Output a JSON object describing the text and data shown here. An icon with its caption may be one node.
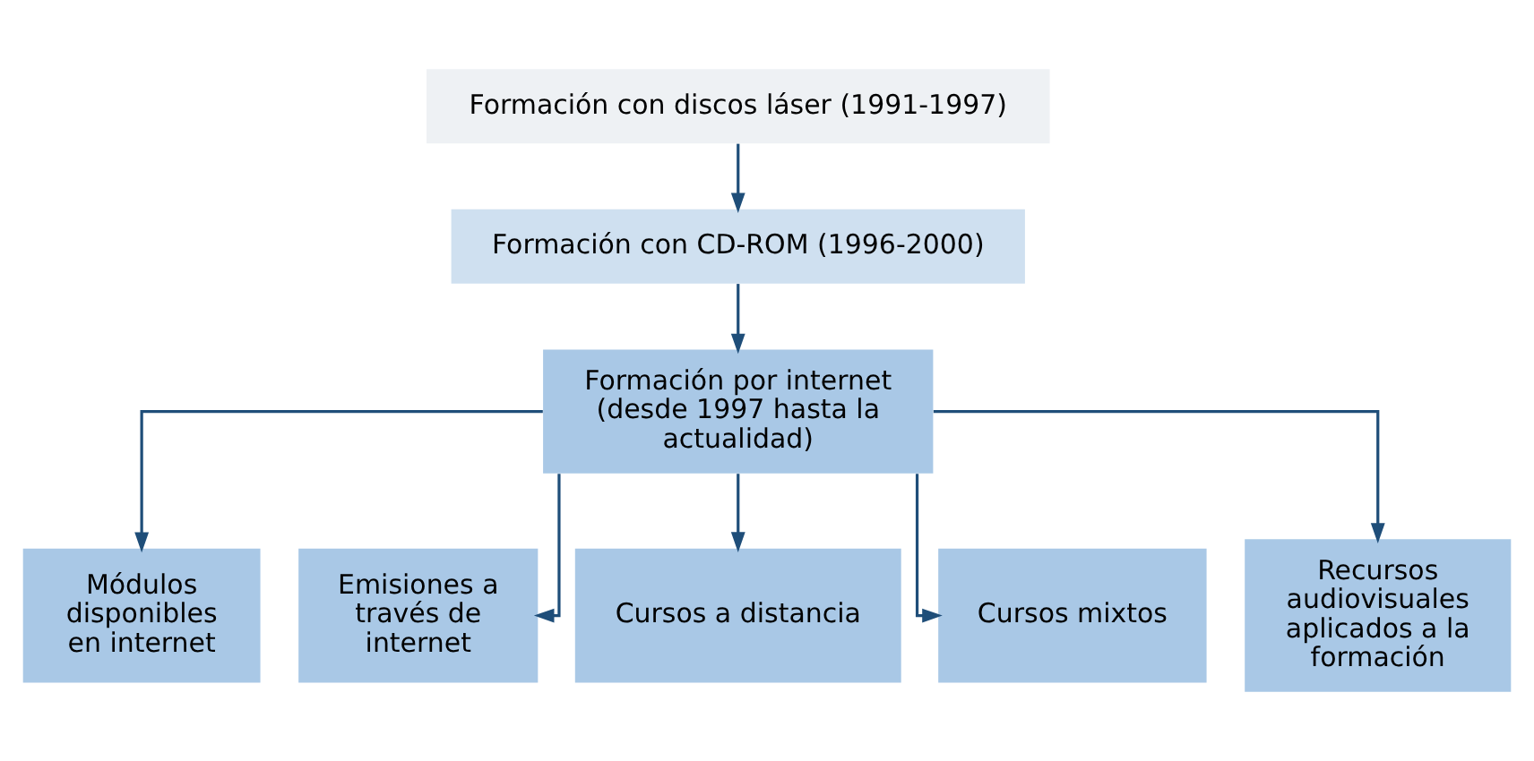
{
  "diagram": {
    "nodes": [
      {
        "text": [
          "Formación con discos láser (1991-1997)"
        ]
      },
      {
        "text": [
          "Formación con CD-ROM (1996-2000)"
        ]
      },
      {
        "text": [
          "Formación por internet (desde 1997 hasta la actualidad)"
        ]
      },
      {
        "text": [
          "Módulos disponibles en internet"
        ]
      },
      {
        "text": [
          "Emisiones a través de internet"
        ]
      },
      {
        "text": [
          "Cursos a distancia"
        ]
      },
      {
        "text": [
          "Cursos mixtos"
        ]
      },
      {
        "text": [
          "Recursos audiovisuales aplicados a la formación"
        ]
      }
    ],
    "edges": [
      {
        "from": 0,
        "to": 1,
        "arrow": "to"
      },
      {
        "from": 1,
        "to": 2,
        "arrow": "to"
      },
      {
        "from": 2,
        "to": 3,
        "arrow": "to"
      },
      {
        "from": 2,
        "to": 4,
        "arrow": "to"
      },
      {
        "from": 2,
        "to": 5,
        "arrow": "to"
      },
      {
        "from": 2,
        "to": 6,
        "arrow": "to"
      },
      {
        "from": 2,
        "to": 7,
        "arrow": "to"
      }
    ]
  }
}
